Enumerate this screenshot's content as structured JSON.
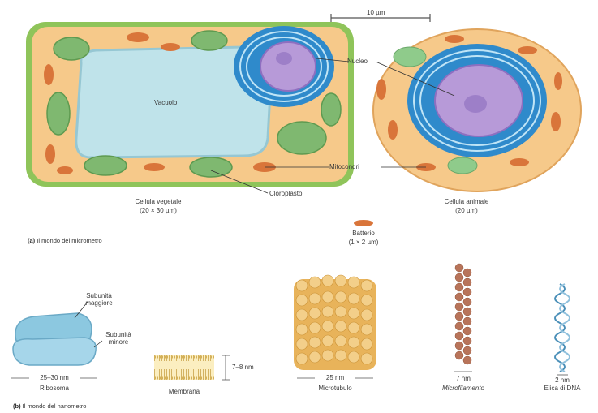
{
  "scale_bar": "10 µm",
  "plant_cell": {
    "vacuole": "Vacuolo",
    "nucleus": "Nucleo",
    "mitochondria": "Mitocondri",
    "chloroplast": "Cloroplasto",
    "title": "Cellula vegetale",
    "size": "(20 × 30 µm)"
  },
  "animal_cell": {
    "title": "Cellula animale",
    "size": "(20 µm)"
  },
  "bacterium": {
    "title": "Batterio",
    "size": "(1 × 2 µm)"
  },
  "section_a": {
    "letter": "(a)",
    "text": "Il mondo del micrometro"
  },
  "section_b": {
    "letter": "(b)",
    "text": "Il mondo del nanometro"
  },
  "nano": {
    "ribosome": {
      "large": "Subunità maggiore",
      "small": "Subunità minore",
      "size": "25–30 nm",
      "name": "Ribosoma"
    },
    "membrane": {
      "size": "7–8 nm",
      "name": "Membrana"
    },
    "microtubule": {
      "size": "25 nm",
      "name": "Microtubulo"
    },
    "microfilament": {
      "size": "7 nm",
      "name": "Microfilamento"
    },
    "dna": {
      "size": "2 nm",
      "name": "Elica di DNA"
    }
  },
  "colors": {
    "cell_wall": "#8fc45a",
    "cytoplasm": "#f6c98a",
    "vacuole": "#bfe3ea",
    "nucleus": "#b79ad8",
    "er": "#3a97d6",
    "mitochondria": "#d9753a",
    "chloroplast": "#7fb870",
    "ribosome": "#8cc8e0",
    "microtubule": "#e8b35a",
    "microfilament": "#b8745a",
    "dna": "#4a8fb8"
  }
}
